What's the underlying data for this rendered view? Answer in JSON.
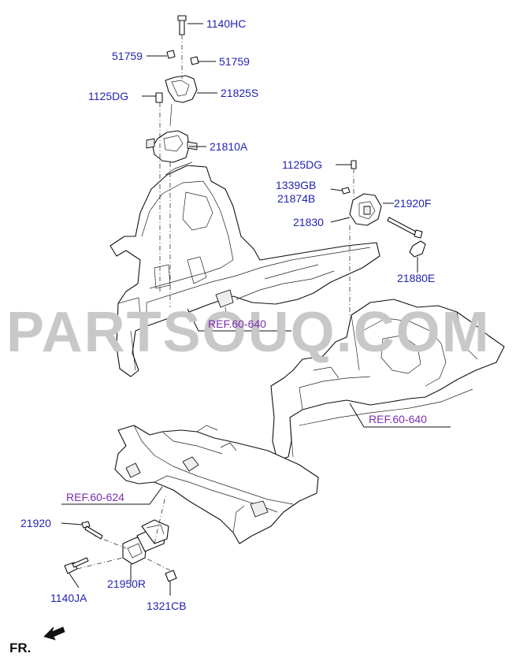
{
  "watermark": "PARTSOUQ.COM",
  "direction_label": "FR.",
  "labels": {
    "l_1140HC": "1140HC",
    "l_51759_a": "51759",
    "l_51759_b": "51759",
    "l_1125DG_a": "1125DG",
    "l_21825S": "21825S",
    "l_21810A": "21810A",
    "l_1125DG_b": "1125DG",
    "l_1339GB": "1339GB",
    "l_21874B": "21874B",
    "l_21920F": "21920F",
    "l_21830": "21830",
    "l_21880E": "21880E",
    "l_ref_a": "REF.60-640",
    "l_ref_b": "REF.60-640",
    "l_ref_c": "REF.60-624",
    "l_21920": "21920",
    "l_1140JA": "1140JA",
    "l_21950R": "21950R",
    "l_1321CB": "1321CB"
  },
  "colors": {
    "label": "#2323b4",
    "reference": "#7a2fb0",
    "lines": "#111111",
    "watermark": "#c8c8c8"
  }
}
